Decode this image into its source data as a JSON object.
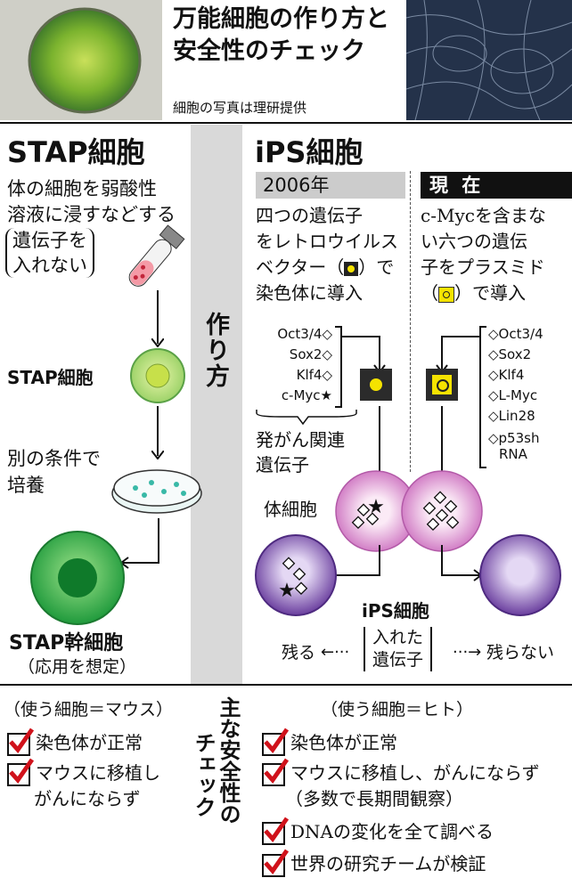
{
  "header": {
    "title_line1": "万能細胞の作り方と",
    "title_line2": "安全性のチェック",
    "photo_credit": "細胞の写真は理研提供"
  },
  "stap": {
    "heading": "STAP細胞",
    "process_line1": "体の細胞を弱酸性",
    "process_line2": "溶液に浸すなどする",
    "note_line1": "遺伝子を",
    "note_line2": "入れない",
    "cell_label": "STAP細胞",
    "culture_line1": "別の条件で",
    "culture_line2": "培養",
    "stem_label": "STAP幹細胞",
    "stem_note": "（応用を想定）"
  },
  "center": {
    "method_label": "作り方",
    "check_col1": "主な安全性の",
    "check_col2": "チェック"
  },
  "ips": {
    "heading": "iPS細胞",
    "col2006": {
      "tag": "2006年",
      "desc_line1": "四つの遺伝子",
      "desc_line2": "をレトロウイルス",
      "desc_line3": "ベクター（",
      "desc_line3b": "）で",
      "desc_line4": "染色体に導入",
      "genes": [
        "Oct3/4◇",
        "Sox2◇",
        "Klf4◇",
        "c-Myc★"
      ],
      "onco_line1": "発がん関連",
      "onco_line2": "遺伝子"
    },
    "colnow": {
      "tag": "現 在",
      "desc_line1": "c-Mycを含まな",
      "desc_line2": "い六つの遺伝",
      "desc_line3": "子をプラスミド",
      "desc_line4a": "（",
      "desc_line4b": "）で導入",
      "genes": [
        "◇Oct3/4",
        "◇Sox2",
        "◇Klf4",
        "◇L-Myc",
        "◇Lin28",
        "◇p53sh",
        "RNA"
      ]
    },
    "somatic_label": "体細胞",
    "ips_label": "iPS細胞",
    "remains": "残る",
    "inserted_line1": "入れた",
    "inserted_line2": "遺伝子",
    "not_remain": "残らない"
  },
  "checks": {
    "stap_user": "（使う細胞＝マウス）",
    "stap_items": [
      {
        "line1": "染色体が正常",
        "line2": ""
      },
      {
        "line1": "マウスに移植し",
        "line2": "がんにならず"
      }
    ],
    "ips_user": "（使う細胞＝ヒト）",
    "ips_items": [
      {
        "line1": "染色体が正常",
        "line2": ""
      },
      {
        "line1": "マウスに移植し、がんにならず",
        "line2": "（多数で長期間観察）"
      },
      {
        "line1": "DNAの変化を全て調べる",
        "line2": ""
      },
      {
        "line1": "世界の研究チームが検証",
        "line2": ""
      }
    ]
  },
  "colors": {
    "check_red": "#d0121b",
    "stap_green": "#2ea34a",
    "ips_purple": "#7a4aa8",
    "somatic_pink": "#d98fd0",
    "vector_yellow": "#f5e300"
  }
}
